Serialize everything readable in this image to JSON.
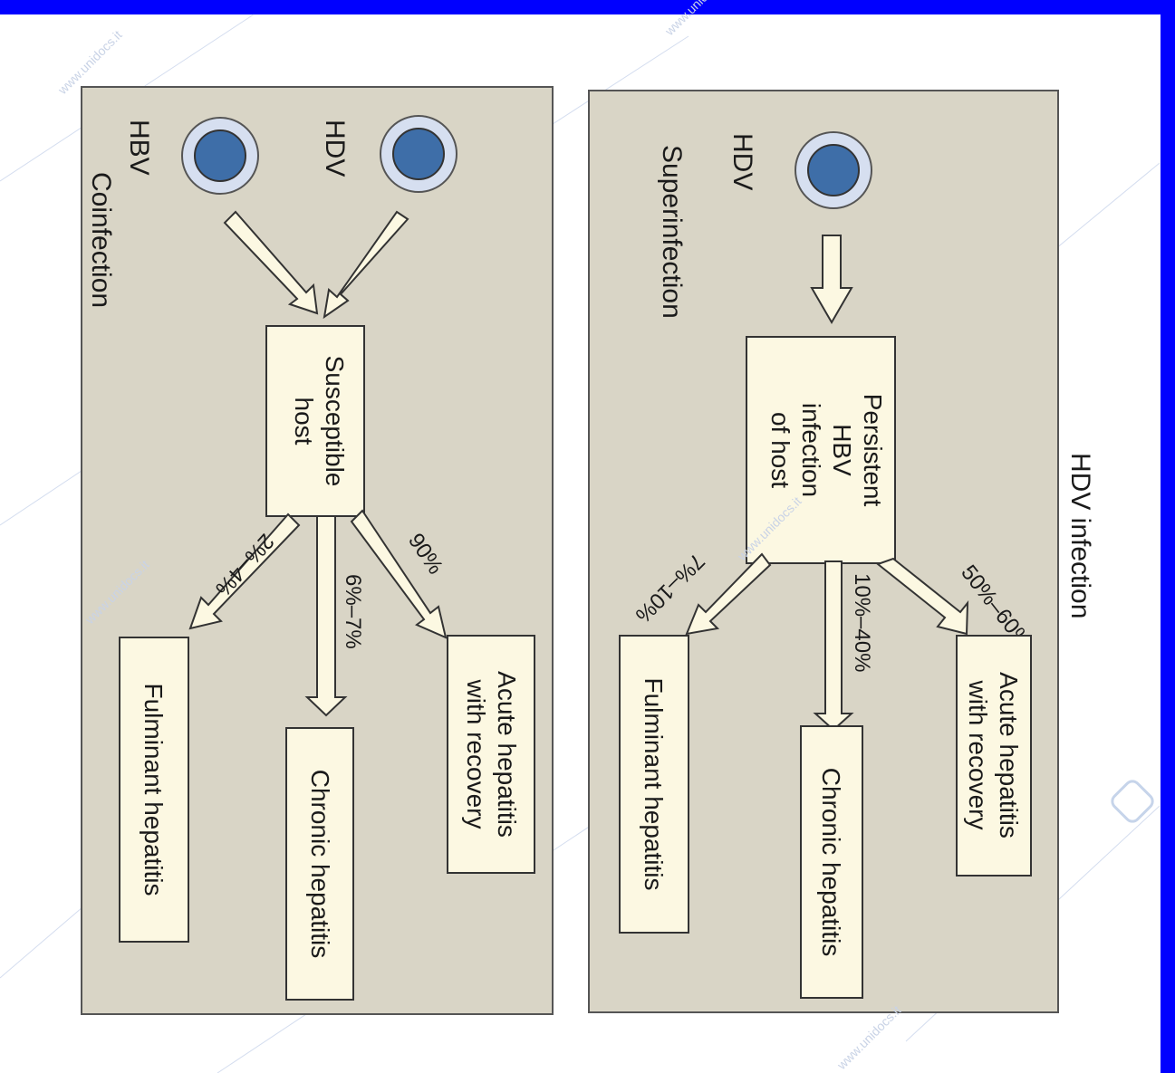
{
  "figure": {
    "title": "HDV infection",
    "colors": {
      "frame": "#0000ff",
      "panel": "#d9d5c6",
      "box": "#fcf8e2",
      "virus_outer": "#d6dff0",
      "virus_inner": "#3e6ea8",
      "text": "#1a1a1a"
    },
    "watermark_text": "www.unidocs.it",
    "coinfection": {
      "label": "Coinfection",
      "virus_1": "HDV",
      "virus_2": "HBV",
      "host": [
        "Susceptible",
        "host"
      ],
      "outcomes": [
        {
          "label": [
            "Acute hepatitis",
            "with recovery"
          ],
          "percent": "90%"
        },
        {
          "label": [
            "Chronic hepatitis"
          ],
          "percent": "6%–7%"
        },
        {
          "label": [
            "Fulminant hepatitis"
          ],
          "percent": "2%–4%"
        }
      ]
    },
    "superinfection": {
      "label": "Superinfection",
      "virus": "HDV",
      "host": [
        "Persistent",
        "HBV",
        "infection",
        "of host"
      ],
      "outcomes": [
        {
          "label": [
            "Acute hepatitis",
            "with recovery"
          ],
          "percent": "50%–60%"
        },
        {
          "label": [
            "Chronic hepatitis"
          ],
          "percent": "10%–40%"
        },
        {
          "label": [
            "Fulminant hepatitis"
          ],
          "percent": "7%–10%"
        }
      ]
    }
  }
}
